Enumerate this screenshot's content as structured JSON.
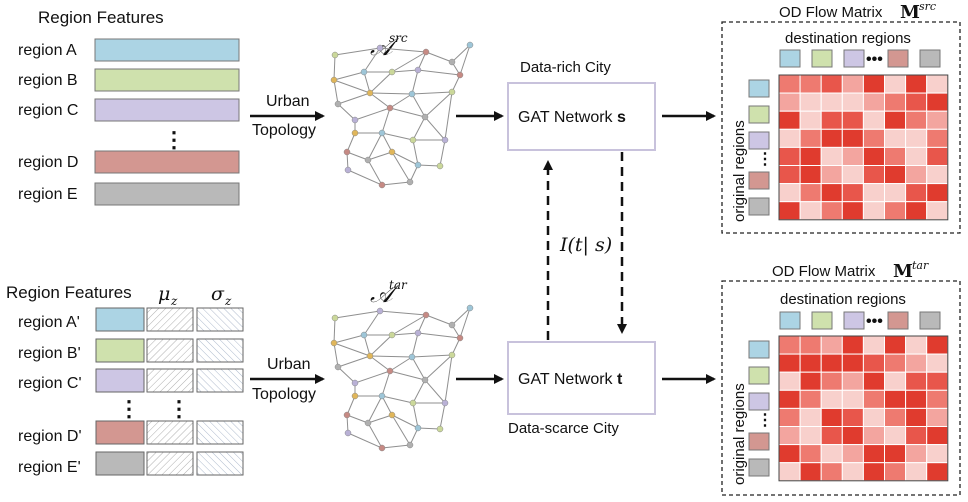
{
  "colors": {
    "blue": "#acd4e4",
    "green": "#cfe1ad",
    "purple": "#cdc6e4",
    "red": "#d39791",
    "gray": "#b9b9b9",
    "arrow": "#111111",
    "box_border": "#c8c2dc",
    "graph_edge": "#8f8f8f"
  },
  "source": {
    "features_title": "Region Features",
    "regions": [
      "region A",
      "region B",
      "region C",
      "region D",
      "region E"
    ],
    "ellipsis": "⋮",
    "topology_label_1": "Urban",
    "topology_label_2": "Topology",
    "graph_label_main": "𝒜",
    "graph_label_sup": "src",
    "city_label": "Data-rich City",
    "gat_label": "GAT Network ",
    "gat_var": "s",
    "od_title": "OD Flow Matrix ",
    "od_symbol": "M",
    "od_sup": "src",
    "destination_label": "destination regions",
    "origin_label": "original regions"
  },
  "target": {
    "features_title": "Region Features",
    "mu_label": "μ",
    "mu_sub": "z",
    "sigma_label": "σ",
    "sigma_sub": "z",
    "regions": [
      "region A'",
      "region B'",
      "region C'",
      "region D'",
      "region E'"
    ],
    "ellipsis": "⋮",
    "topology_label_1": "Urban",
    "topology_label_2": "Topology",
    "graph_label_main": "𝒜",
    "graph_label_sup": "tar",
    "city_label": "Data-scarce City",
    "gat_label": "GAT Network ",
    "gat_var": "t",
    "od_title": "OD Flow Matrix ",
    "od_symbol": "M",
    "od_sup": "tar",
    "destination_label": "destination regions",
    "origin_label": "original regions"
  },
  "mutual_info": {
    "label": "I(t| s)"
  }
}
